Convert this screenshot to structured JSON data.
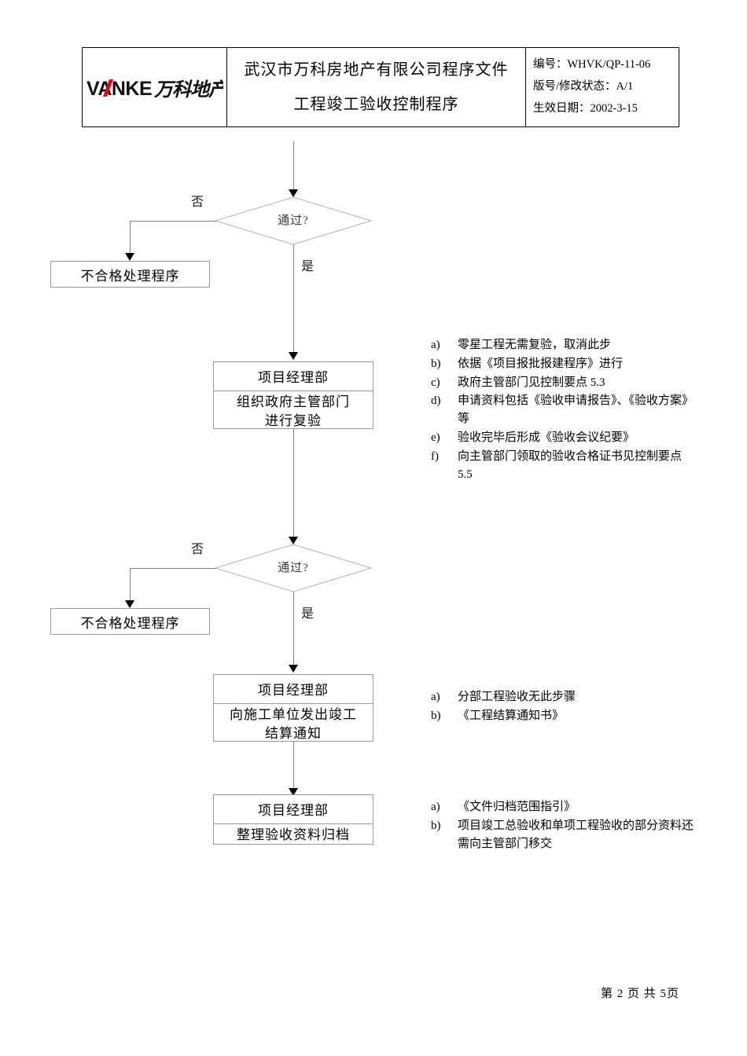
{
  "header": {
    "logo": {
      "latin": "VANKE",
      "chinese": "万科地产",
      "accent_color": "#e2001a"
    },
    "title_line1": "武汉市万科房地产有限公司程序文件",
    "title_line2": "工程竣工验收控制程序",
    "meta": [
      "编号：WHVK/QP-11-06",
      "版号/修改状态：A/1",
      "生效日期：2002-3-15"
    ]
  },
  "flow": {
    "decision1": {
      "text": "通过?",
      "yes": "是",
      "no": "否"
    },
    "reject1": "不合格处理程序",
    "process1": {
      "head": "项目经理部",
      "body": "组织政府主管部门\n进行复验"
    },
    "decision2": {
      "text": "通过?",
      "yes": "是",
      "no": "否"
    },
    "reject2": "不合格处理程序",
    "process2": {
      "head": "项目经理部",
      "body": "向施工单位发出竣工\n结算通知"
    },
    "process3": {
      "head": "项目经理部",
      "body": "整理验收资料归档"
    }
  },
  "notes": {
    "block1": [
      {
        "marker": "a)",
        "text": "零星工程无需复验，取消此步"
      },
      {
        "marker": "b)",
        "text": "依据《项目报批报建程序》进行"
      },
      {
        "marker": "c)",
        "text": "政府主管部门见控制要点 5.3"
      },
      {
        "marker": "d)",
        "text": "申请资料包括《验收申请报告》、《验收方案》等"
      },
      {
        "marker": "e)",
        "text": "验收完毕后形成《验收会议纪要》"
      },
      {
        "marker": "f)",
        "text": "向主管部门领取的验收合格证书见控制要点 5.5"
      }
    ],
    "block2": [
      {
        "marker": "a)",
        "text": "分部工程验收无此步骤"
      },
      {
        "marker": "b)",
        "text": "《工程结算通知书》"
      }
    ],
    "block3": [
      {
        "marker": "a)",
        "text": "《文件归档范围指引》"
      },
      {
        "marker": "b)",
        "text": "项目竣工总验收和单项工程验收的部分资料还需向主管部门移交"
      }
    ]
  },
  "footer": {
    "text": "第 2 页 共 5页"
  }
}
